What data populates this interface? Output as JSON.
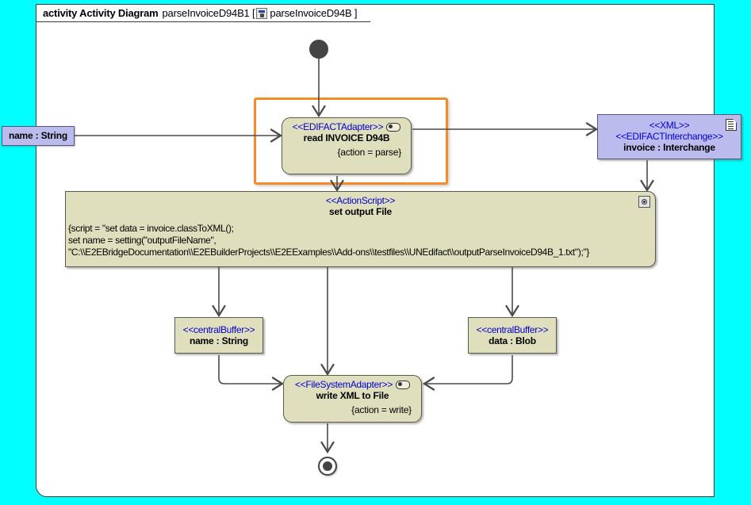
{
  "diagram": {
    "frame_label_bold": "activity Activity Diagram",
    "frame_label_name": "parseInvoiceD94B1 [",
    "frame_label_ref": "parseInvoiceD94B ]",
    "frame_icon": "activity-diagram-icon",
    "background_color": "#00FFFF",
    "canvas_color": "#FFFFFF",
    "selection_color": "#F28C28",
    "node_fill_tan": "#DFDFBE",
    "node_fill_lavender": "#BBBBEE",
    "stereotype_color": "#0000CC"
  },
  "nodes": {
    "initial": {
      "name": "initial-node"
    },
    "final": {
      "name": "activity-final-node"
    },
    "input_pin": {
      "label": "name : String"
    },
    "read_action": {
      "stereotype": "<<EDIFACTAdapter>>",
      "name": "read INVOICE D94B",
      "constraint": "{action = parse}",
      "pin_icon": "adapter-pin-icon"
    },
    "invoice_object": {
      "stereotype1": "<<XML>>",
      "stereotype2": "<<EDIFACTInterchange>>",
      "name": "invoice : Interchange",
      "doc_icon": "document-icon"
    },
    "script_action": {
      "stereotype": "<<ActionScript>>",
      "name": "set output File",
      "script_line1": "{script = \"set data = invoice.classToXML();",
      "script_line2": "set name = setting(\"outputFileName\",",
      "script_line3": "\"C:\\\\E2EBridgeDocumentation\\\\E2EBuilderProjects\\\\E2EExamples\\\\Add-ons\\\\testfiles\\\\UNEdifact\\\\outputParseInvoiceD94B_1.txt\");\"}",
      "gear_icon": "script-settings-icon"
    },
    "buffer_name": {
      "stereotype": "<<centralBuffer>>",
      "name": "name : String"
    },
    "buffer_data": {
      "stereotype": "<<centralBuffer>>",
      "name": "data : Blob"
    },
    "write_action": {
      "stereotype": "<<FileSystemAdapter>>",
      "name": "write XML to File",
      "constraint": "{action = write}",
      "pin_icon": "adapter-pin-icon"
    }
  }
}
